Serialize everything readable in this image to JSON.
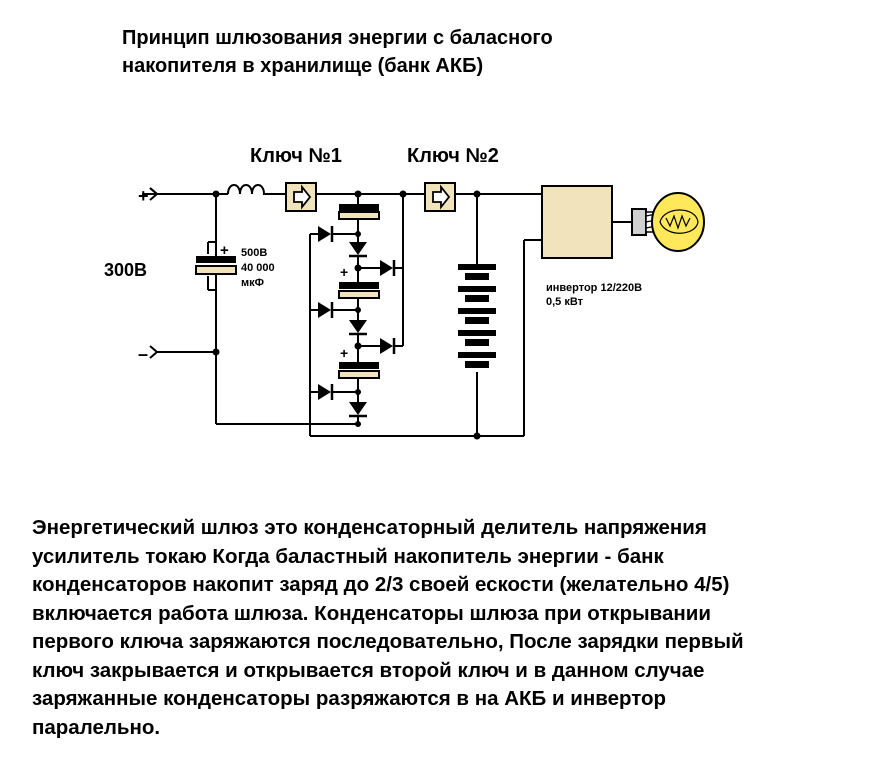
{
  "title": {
    "line1": "Принцип шлюзования энергии с баласного",
    "line2": "накопителя в хранилище (банк АКБ)"
  },
  "schematic": {
    "key1_label": "Ключ №1",
    "key2_label": "Ключ №2",
    "input_plus": "+",
    "input_minus": "–",
    "input_voltage": "300В",
    "capacitor_plus": "+",
    "capacitor_voltage": "500В",
    "capacitor_capacitance": "40 000",
    "capacitor_unit": "мкФ",
    "gate_plus_1": "+",
    "gate_plus_2": "+",
    "inverter_line1": "инвертор 12/220В",
    "inverter_line2": "0,5 кВт",
    "colors": {
      "key_fill": "#f1e3bb",
      "inverter_fill": "#f1e3bb",
      "bulb_fill": "#ffe85a",
      "socket_fill": "#d0d0d0",
      "wire": "#000000"
    }
  },
  "description": {
    "lines": [
      "Энергетический шлюз это конденсаторный делитель напряжения",
      "усилитель токаю  Когда баластный накопитель энергии - банк",
      "конденсаторов  накопит заряд до 2/3 своей ескости (желательно 4/5)",
      "включается работа шлюза.  Конденсаторы шлюза при открывании",
      "первого ключа заряжаются последовательно,  После зарядки первый",
      "ключ закрывается и открывается второй ключ и в данном случае",
      "заряжанные конденсаторы разряжаются в на АКБ и инвертор",
      "паралельно."
    ]
  }
}
